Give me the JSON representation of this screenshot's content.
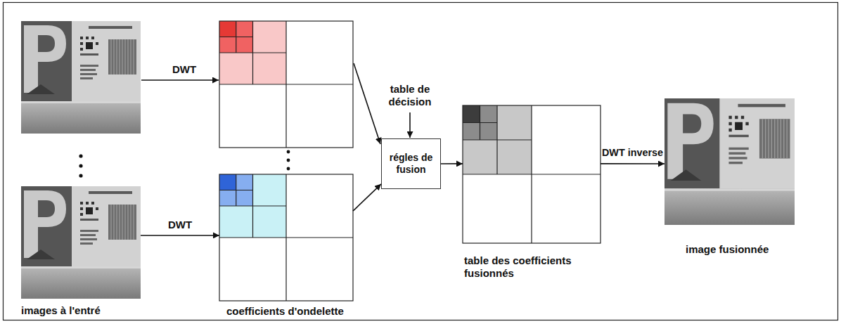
{
  "diagram": {
    "nodes": [
      {
        "text": [
          "images à l'entré"
        ]
      },
      {
        "text": [
          "coefficients d'ondelette"
        ]
      },
      {
        "text": [
          "régles de fusion"
        ]
      },
      {
        "text": [
          "table des coefficients fusionnés"
        ]
      },
      {
        "text": [
          "image fusionnée"
        ]
      }
    ],
    "edges": [
      {
        "from": 0,
        "to": 1,
        "label": "DWT",
        "arrow": "to"
      },
      {
        "from": 1,
        "to": 2,
        "arrow": "to"
      },
      {
        "from": 2,
        "to": 3,
        "arrow": "to"
      },
      {
        "from": 3,
        "to": 4,
        "label": "DWT inverse",
        "arrow": "to"
      }
    ],
    "labels": [
      "DWT",
      "table de décision"
    ]
  }
}
